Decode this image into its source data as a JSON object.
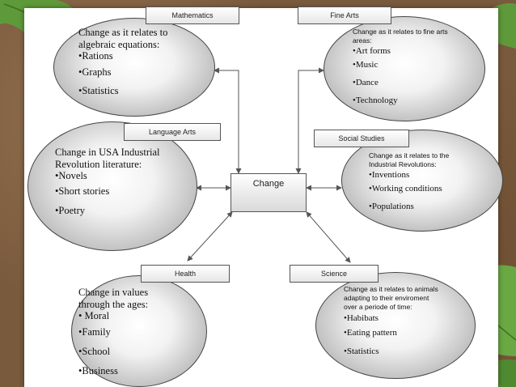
{
  "center": {
    "label": "Change"
  },
  "nodes": {
    "mathematics": {
      "title": "Mathematics",
      "heading": [
        "Change as it relates to",
        "algebraic equations:"
      ],
      "items": [
        "•Rations",
        "•Graphs",
        "•Statistics"
      ]
    },
    "fine_arts": {
      "title": "Fine Arts",
      "heading": [
        "Change as it relates to fine arts",
        "areas:"
      ],
      "items": [
        "•Art forms",
        "•Music",
        "•Dance",
        "•Technology"
      ]
    },
    "language_arts": {
      "title": "Language Arts",
      "heading": [
        "Change in USA Industrial",
        "Revolution literature:"
      ],
      "items": [
        "•Novels",
        "•Short stories",
        "•Poetry"
      ]
    },
    "social_studies": {
      "title": "Social Studies",
      "heading": [
        "Change as it relates to the",
        "Industrial Revolutions:"
      ],
      "items": [
        "•Inventions",
        "•Working conditions",
        "•Populations"
      ]
    },
    "health": {
      "title": "Health",
      "heading": [
        "Change in values",
        "through the ages:"
      ],
      "items": [
        "• Moral",
        "•Family",
        "•School",
        "•Business"
      ]
    },
    "science": {
      "title": "Science",
      "heading": [
        "Change as it relates to animals",
        "adapting to their enviroment",
        "over a periode of time:"
      ],
      "items": [
        "•Habibats",
        "•Eating pattern",
        "•Statistics"
      ]
    }
  },
  "colors": {
    "background": "#7a5a3c",
    "leaf": "#5f9a3a",
    "bubble_edge": "#8f8f8f"
  }
}
